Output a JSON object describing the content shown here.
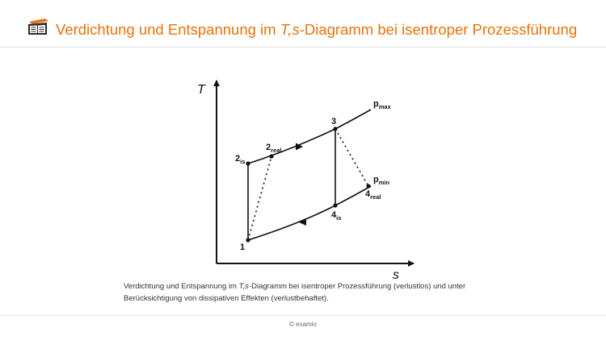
{
  "header": {
    "title_part1": "Verdichtung und Entspannung im ",
    "title_italic": "T,s",
    "title_part2": "-Diagramm bei isentroper Prozessführung",
    "logo_icon": "examio-book-icon",
    "accent_color": "#e8730c"
  },
  "diagram": {
    "axis_y": "T",
    "axis_x": "s",
    "points": {
      "p1": "1",
      "p2is_main": "2",
      "p2is_sub": "is",
      "p2real_main": "2",
      "p2real_sub": "real",
      "p3": "3",
      "p4is_main": "4",
      "p4is_sub": "is",
      "p4real_main": "4",
      "p4real_sub": "real"
    },
    "isobars": {
      "pmax_main": "p",
      "pmax_sub": "max",
      "pmin_main": "p",
      "pmin_sub": "min"
    }
  },
  "caption": {
    "part1": "Verdichtung und Entspannung im ",
    "italic": "T,s",
    "part2": "-Diagramm bei isentroper Prozessführung (verlustlos) und unter",
    "line2": "Berücksichtigung von dissipativen Effekten (verlustbehaftet)."
  },
  "footer": {
    "copyright": "© examio"
  }
}
